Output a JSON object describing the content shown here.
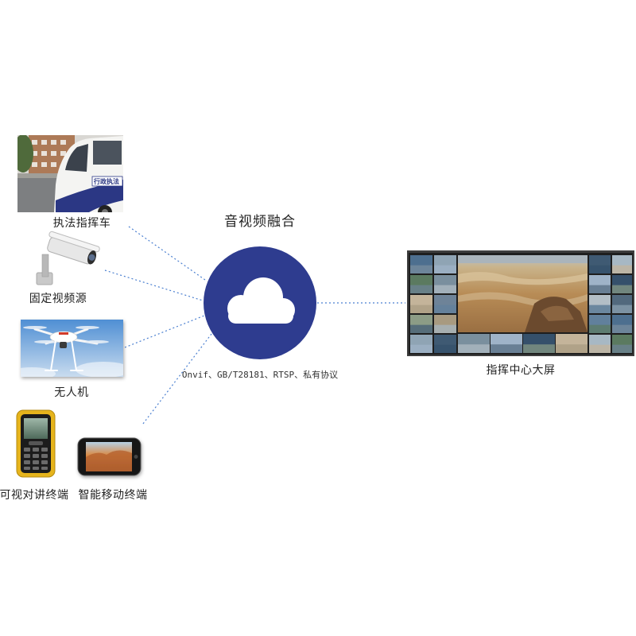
{
  "diagram": {
    "title": "音视频融合",
    "protocols": "Onvif、GB/T28181、RTSP、私有协议",
    "hub_icon": "cloud-icon",
    "hub_color": "#2e3c8f",
    "link_color": "#4a7fd0",
    "sources": [
      {
        "label": "执法指挥车",
        "icon": "command-vehicle-photo"
      },
      {
        "label": "固定视频源",
        "icon": "cctv-camera-icon"
      },
      {
        "label": "无人机",
        "icon": "drone-photo"
      },
      {
        "label": "可视对讲终端",
        "icon": "rugged-phone-icon"
      },
      {
        "label": "智能移动终端",
        "icon": "smartphone-icon"
      }
    ],
    "target": {
      "label": "指挥中心大屏",
      "icon": "video-wall-photo"
    },
    "vehicle_lettering": "行政执法"
  }
}
